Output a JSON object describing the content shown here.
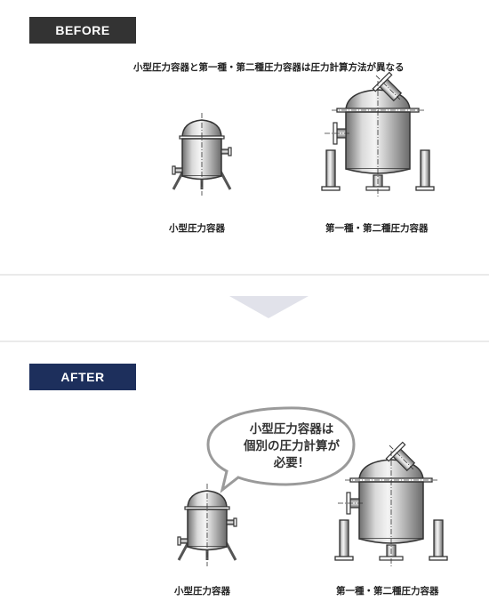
{
  "before": {
    "label": "BEFORE",
    "title": "小型圧力容器と第一種・第二種圧力容器は圧力計算方法が異なる",
    "small_vessel_caption": "小型圧力容器",
    "large_vessel_caption": "第一種・第二種圧力容器"
  },
  "after": {
    "label": "AFTER",
    "bubble_lines": [
      "小型圧力容器は",
      "個別の圧力計算が",
      "必要！"
    ],
    "small_vessel_caption": "小型圧力容器",
    "large_vessel_caption": "第一種・第二種圧力容器"
  },
  "colors": {
    "before_label_bg": "#333333",
    "after_label_bg": "#1d2f5c",
    "arrow": "#e0e0ea"
  }
}
